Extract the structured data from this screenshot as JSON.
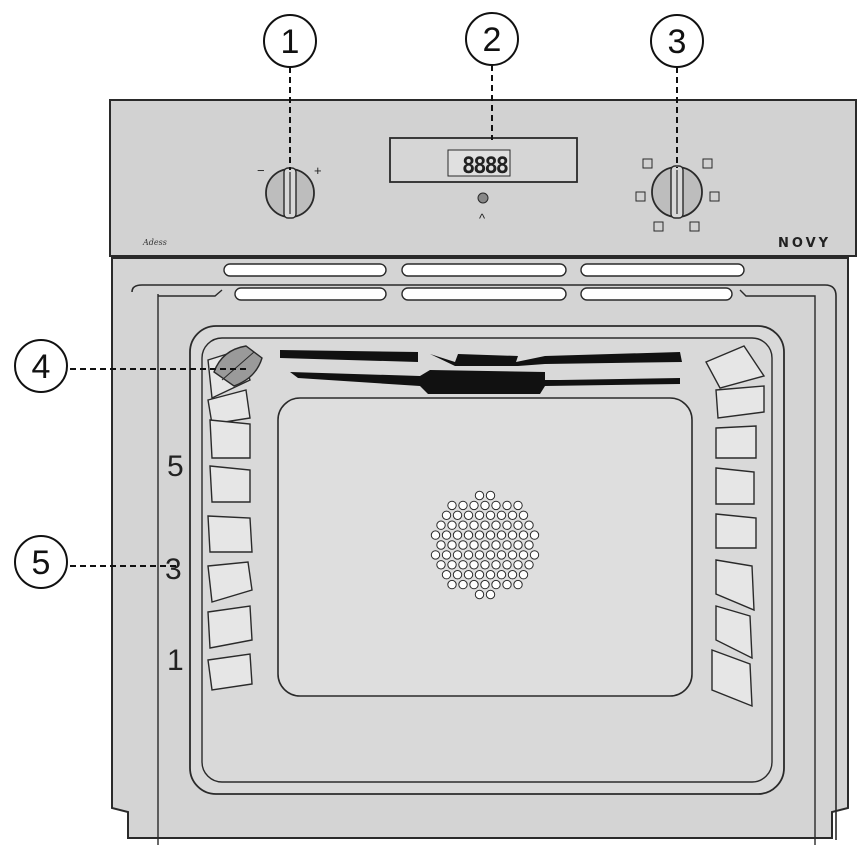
{
  "callouts": [
    {
      "id": "1",
      "label": "1",
      "target": "temperature-knob"
    },
    {
      "id": "2",
      "label": "2",
      "target": "display"
    },
    {
      "id": "3",
      "label": "3",
      "target": "function-knob"
    },
    {
      "id": "4",
      "label": "4",
      "target": "oven-lamp"
    },
    {
      "id": "5",
      "label": "5",
      "target": "shelf-rails"
    }
  ],
  "shelf_levels": [
    "5",
    "3",
    "1"
  ],
  "control_panel": {
    "brand": "NOVY",
    "left_logo": "Adess",
    "display_digits": "8888",
    "knob_minus": "−",
    "knob_plus": "+",
    "indicator_arrow": "^"
  },
  "colors": {
    "body": "#d4d4d4",
    "panel": "#d2d2d2",
    "outline": "#2a2a2a",
    "cavity": "#dadada"
  }
}
